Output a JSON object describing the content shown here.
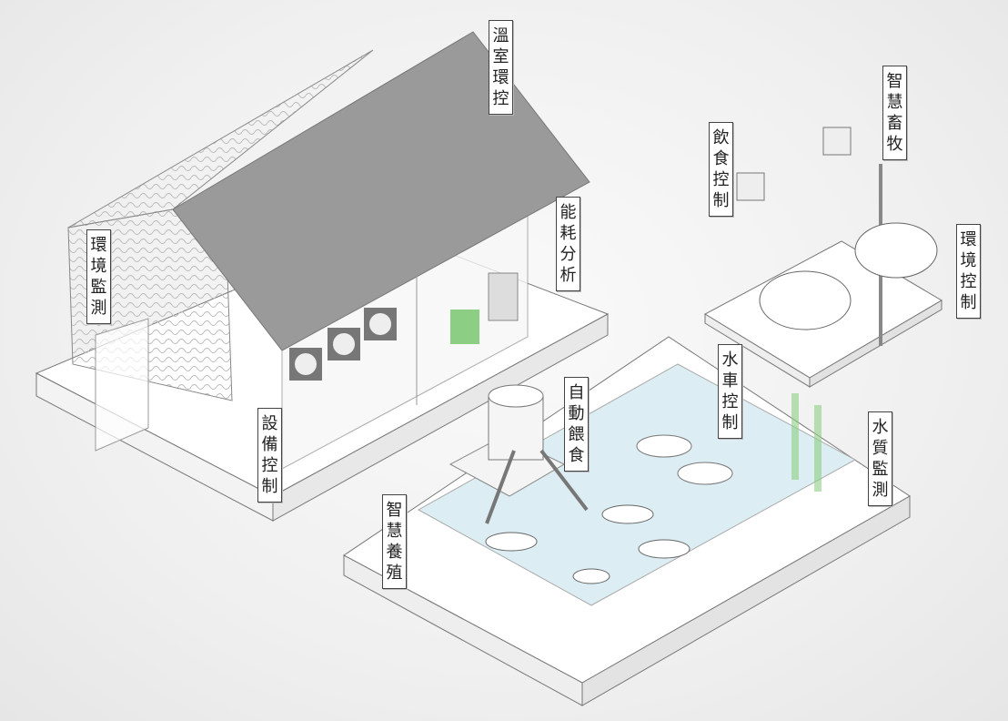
{
  "labels": {
    "greenhouse_control": "溫室環控",
    "env_monitoring": "環境監測",
    "energy_analysis": "能耗分析",
    "equipment_control": "設備控制",
    "smart_livestock": "智慧畜牧",
    "feeding_control": "飲食控制",
    "livestock_env_control": "環境控制",
    "waterwheel_control": "水車控制",
    "auto_feeding": "自動餵食",
    "smart_aquaculture": "智慧養殖",
    "water_quality": "水質監測"
  },
  "colors": {
    "roof": "#9a9a9a",
    "water": "#dceef3",
    "accent_green": "#8ccf84",
    "line": "#666666"
  }
}
